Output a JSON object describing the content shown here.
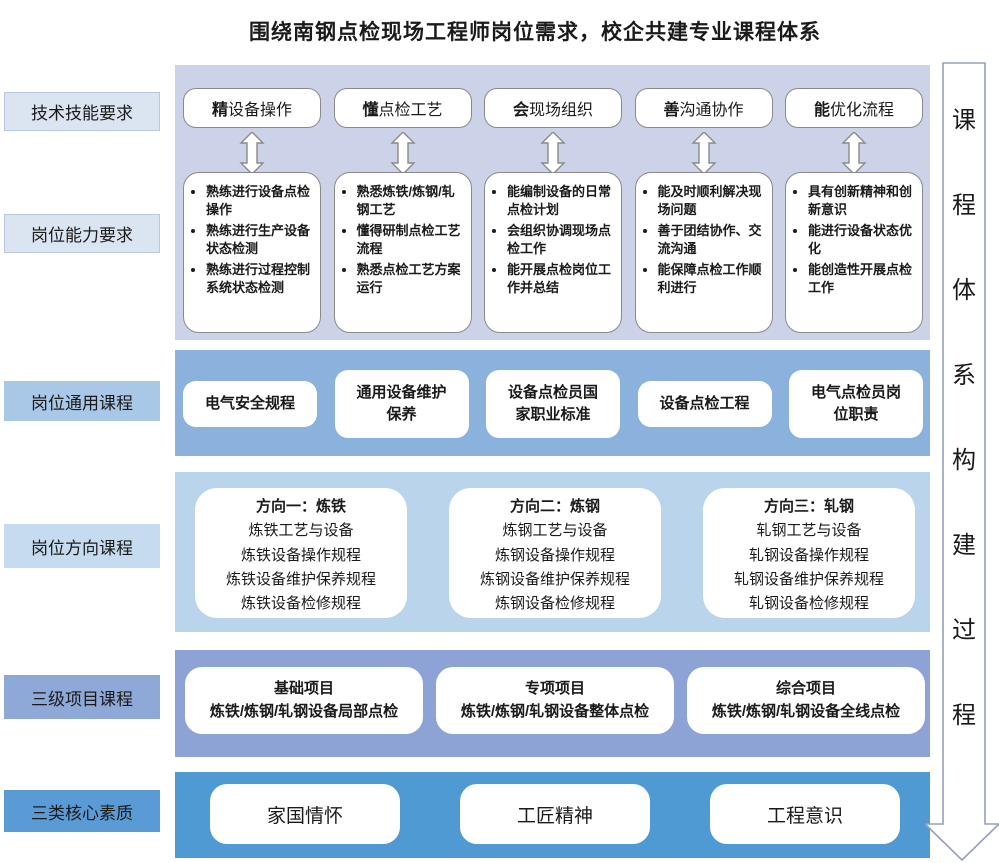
{
  "title": "围绕南钢点检现场工程师岗位需求，校企共建专业课程体系",
  "side_labels": {
    "technical_skills": "技术技能要求",
    "post_ability": "岗位能力要求",
    "general_courses": "岗位通用课程",
    "direction_courses": "岗位方向课程",
    "project_courses": "三级项目课程",
    "core_qualities": "三类核心素质"
  },
  "skills": {
    "items": [
      {
        "emph": "精",
        "rest": "设备操作"
      },
      {
        "emph": "懂",
        "rest": "点检工艺"
      },
      {
        "emph": "会",
        "rest": "现场组织"
      },
      {
        "emph": "善",
        "rest": "沟通协作"
      },
      {
        "emph": "能",
        "rest": "优化流程"
      }
    ]
  },
  "abilities": {
    "items": [
      {
        "bullets": [
          "熟练进行设备点检操作",
          "熟练进行生产设备状态检测",
          "熟练进行过程控制系统状态检测"
        ]
      },
      {
        "bullets": [
          "熟悉炼铁/炼钢/轧钢工艺",
          "懂得研制点检工艺流程",
          "熟悉点检工艺方案运行"
        ]
      },
      {
        "bullets": [
          "能编制设备的日常点检计划",
          "会组织协调现场点检工作",
          "能开展点检岗位工作并总结"
        ]
      },
      {
        "bullets": [
          "能及时顺利解决现场问题",
          "善于团结协作、交流沟通",
          "能保障点检工作顺利进行"
        ]
      },
      {
        "bullets": [
          "具有创新精神和创新意识",
          "能进行设备状态优化",
          "能创造性开展点检工作"
        ]
      }
    ]
  },
  "general_courses": {
    "items": [
      "电气安全规程",
      "通用设备维护保养",
      "设备点检员国家职业标准",
      "设备点检工程",
      "电气点检员岗位职责"
    ]
  },
  "direction_courses": {
    "items": [
      {
        "header": "方向一：炼铁",
        "lines": [
          "炼铁工艺与设备",
          "炼铁设备操作规程",
          "炼铁设备维护保养规程",
          "炼铁设备检修规程"
        ]
      },
      {
        "header": "方向二：炼钢",
        "lines": [
          "炼钢工艺与设备",
          "炼钢设备操作规程",
          "炼钢设备维护保养规程",
          "炼钢设备检修规程"
        ]
      },
      {
        "header": "方向三：轧钢",
        "lines": [
          "轧钢工艺与设备",
          "轧钢设备操作规程",
          "轧钢设备维护保养规程",
          "轧钢设备检修规程"
        ]
      }
    ]
  },
  "project_courses": {
    "items": [
      {
        "header": "基础项目",
        "line": "炼铁/炼钢/轧钢设备局部点检"
      },
      {
        "header": "专项项目",
        "line": "炼铁/炼钢/轧钢设备整体点检"
      },
      {
        "header": "综合项目",
        "line": "炼铁/炼钢/轧钢设备全线点检"
      }
    ]
  },
  "core_qualities": {
    "items": [
      "家国情怀",
      "工匠精神",
      "工程意识"
    ]
  },
  "right_arrow": {
    "text": "课程体系构建过程",
    "chars": [
      "课",
      "程",
      "体",
      "系",
      "构",
      "建",
      "过",
      "程"
    ]
  },
  "colors": {
    "panel_requirements": "#ccd3e8",
    "panel_general": "#8ab2dc",
    "panel_direction": "#bad4ec",
    "panel_project": "#8da3d6",
    "panel_quality": "#4f9ad3",
    "label_light": "#dbe5f2",
    "label_general": "#a9c7e7",
    "label_direction": "#c6dbf0",
    "label_project": "#8ea9d8",
    "label_quality": "#5b9bd5"
  }
}
